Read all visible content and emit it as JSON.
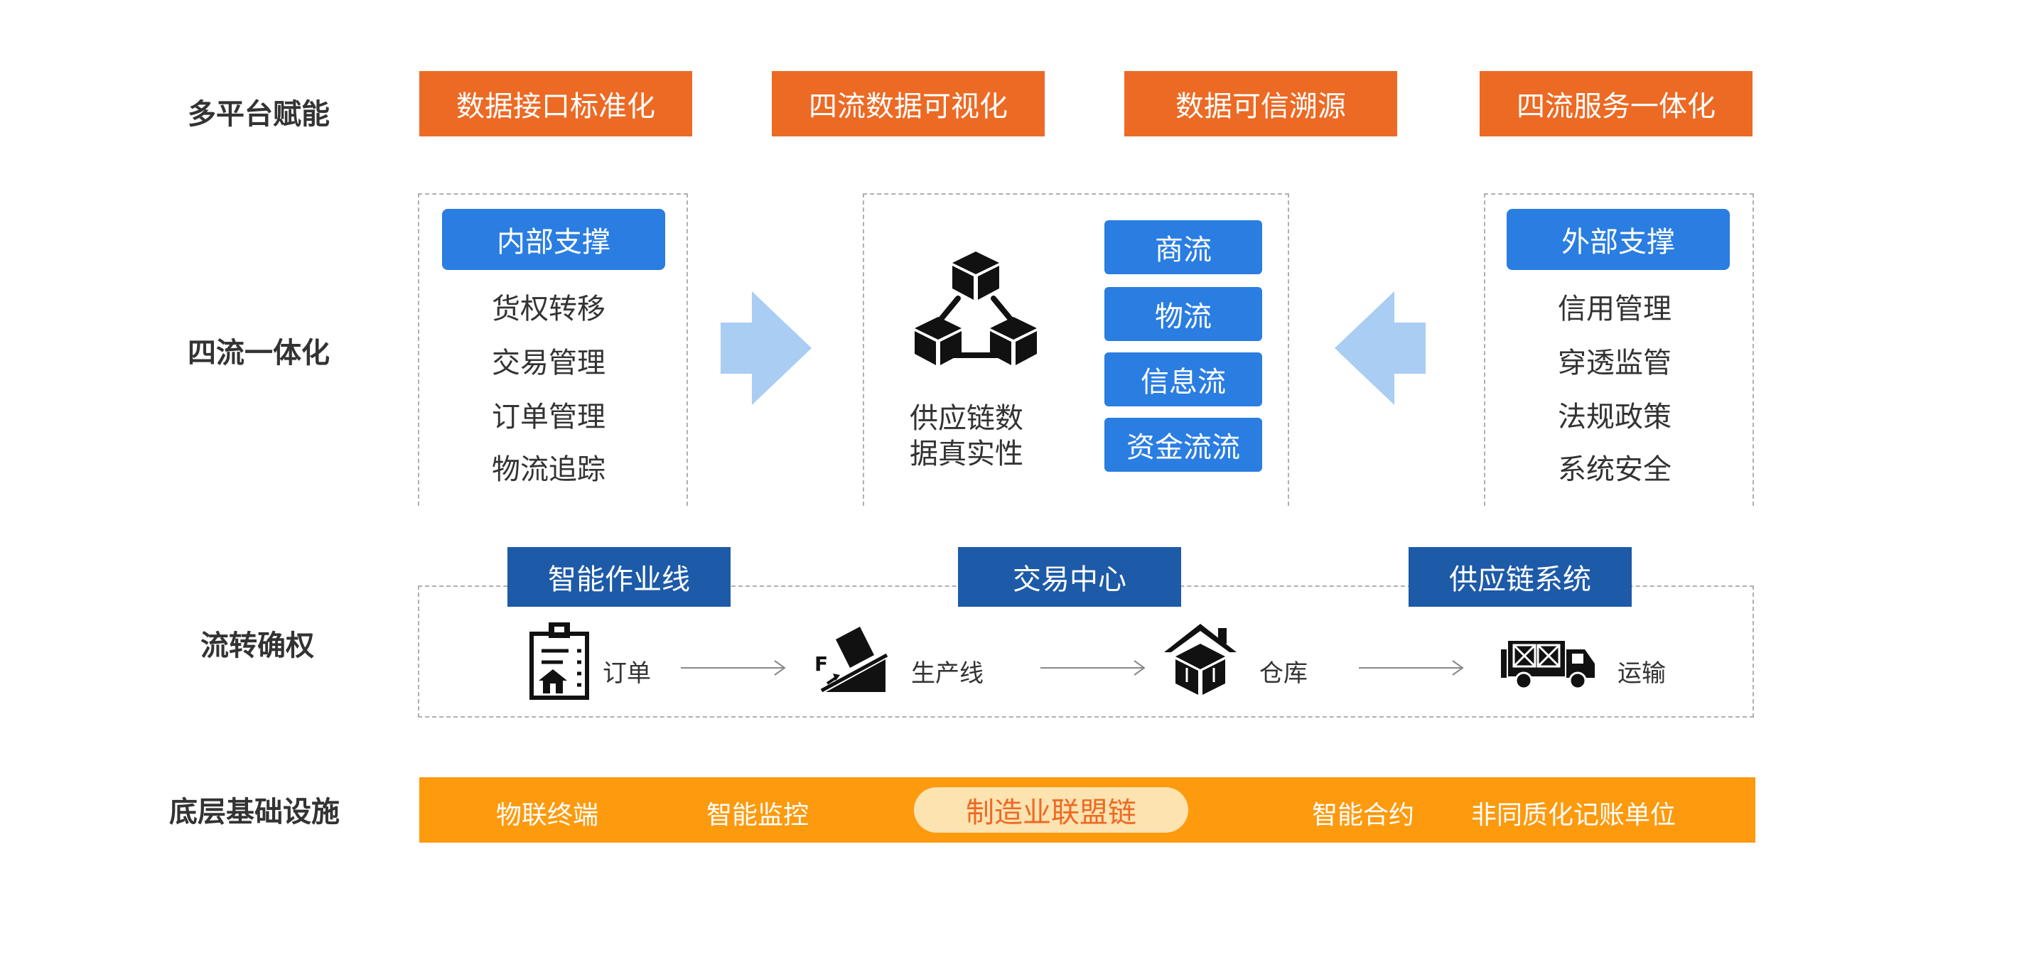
{
  "rows": {
    "platform": "多平台赋能",
    "four_flows": "四流一体化",
    "circulation": "流转确权",
    "infrastructure": "底层基础设施"
  },
  "platform_boxes": [
    "数据接口标准化",
    "四流数据可视化",
    "数据可信溯源",
    "四流服务一体化"
  ],
  "internal": {
    "title": "内部支撑",
    "items": [
      "货权转移",
      "交易管理",
      "订单管理",
      "物流追踪"
    ]
  },
  "center": {
    "caption_line1": "供应链数",
    "caption_line2": "据真实性",
    "flows": [
      "商流",
      "物流",
      "信息流",
      "资金流流"
    ]
  },
  "external": {
    "title": "外部支撑",
    "items": [
      "信用管理",
      "穿透监管",
      "法规政策",
      "系统安全"
    ]
  },
  "circulation": {
    "tabs": [
      "智能作业线",
      "交易中心",
      "供应链系统"
    ],
    "steps": [
      "订单",
      "生产线",
      "仓库",
      "运输"
    ],
    "step_icons": [
      "clipboard-house-icon",
      "factory-line-icon",
      "warehouse-icon",
      "truck-icon"
    ]
  },
  "infrastructure": {
    "items": [
      "物联终端",
      "智能监控",
      "制造业联盟链",
      "智能合约",
      "非同质化记账单位"
    ]
  },
  "colors": {
    "orange": "#ec6a24",
    "blue": "#2a7de1",
    "navy": "#1d5aa8",
    "amber": "#fd9a0e",
    "highlight_pill": "#fde3b0",
    "arrow_light_blue": "#a9cdf3"
  }
}
